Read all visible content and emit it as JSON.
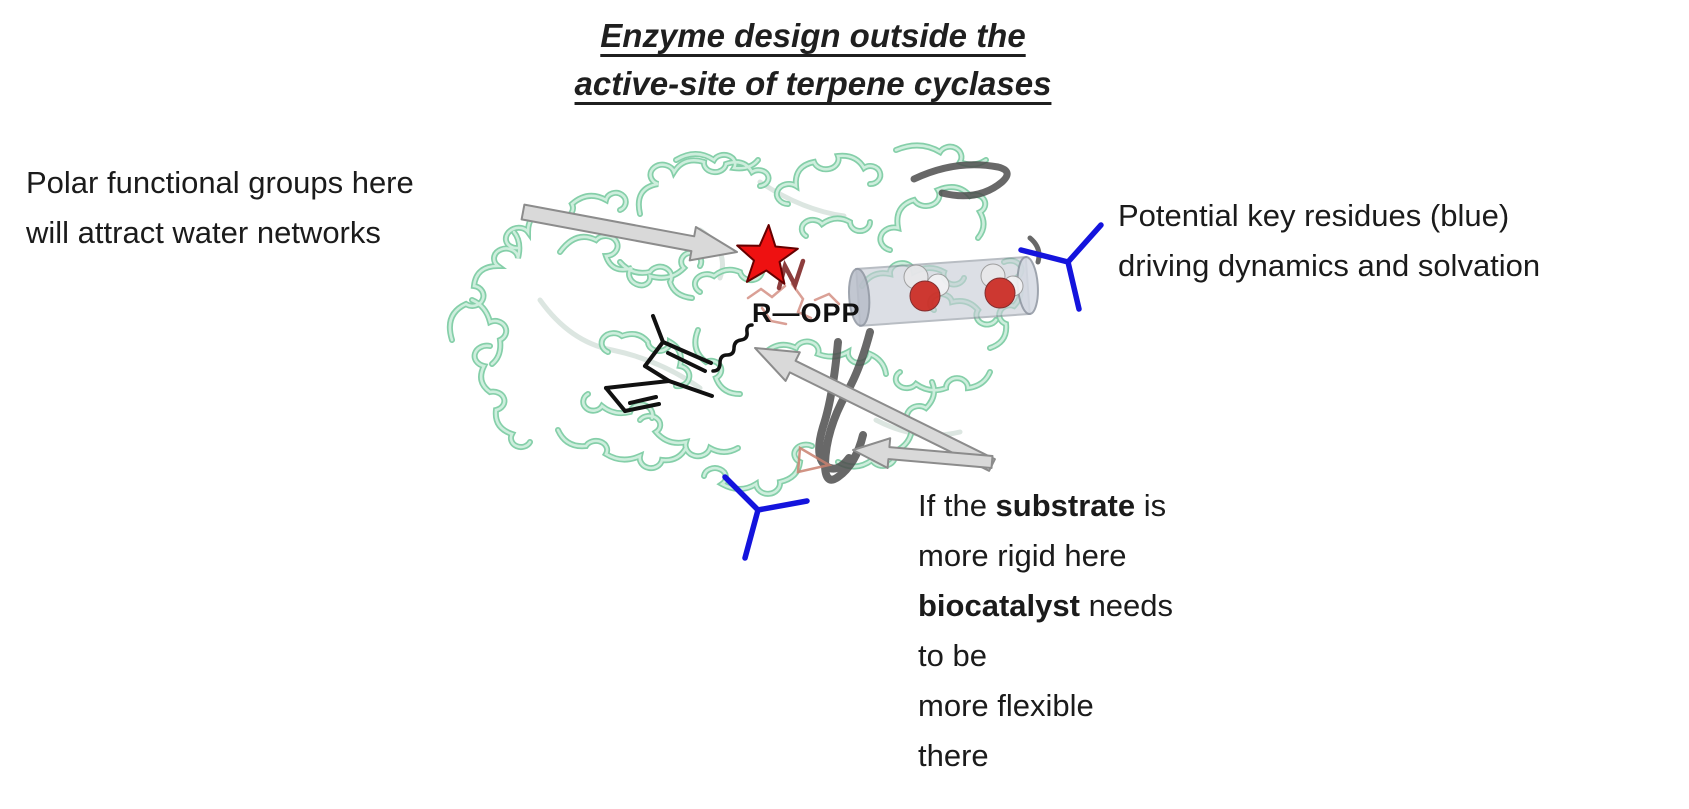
{
  "title": {
    "line1": "Enzyme design outside the",
    "line2": "active-site of terpene cyclases"
  },
  "annotations": {
    "polar": {
      "line1": "Polar functional groups here",
      "line2": "will attract water networks"
    },
    "residues": {
      "line1": "Potential key residues (blue)",
      "line2": "driving dynamics and solvation"
    },
    "substrate": {
      "line1_pre": "If the ",
      "line1_bold": "substrate",
      "line1_post": " is",
      "line2": "more rigid here",
      "line3_bold": "biocatalyst",
      "line3_post": " needs",
      "line4": "to be",
      "line5": "more flexible",
      "line6": "there"
    }
  },
  "molecule": {
    "ligand_label": "R—OPP"
  },
  "icons": {
    "star": "active-site-marker-star",
    "blue_y": "key-residue-symbol",
    "waters": "water-molecules-in-tunnel"
  },
  "colors": {
    "star_red": "#ee1111",
    "residue_blue": "#1414dd",
    "ribbon_green": "#7fcda5",
    "ribbon_highlight": "#d6f2e3",
    "arrow_fill": "#d9d9d9",
    "water_red": "#cc2a22"
  }
}
